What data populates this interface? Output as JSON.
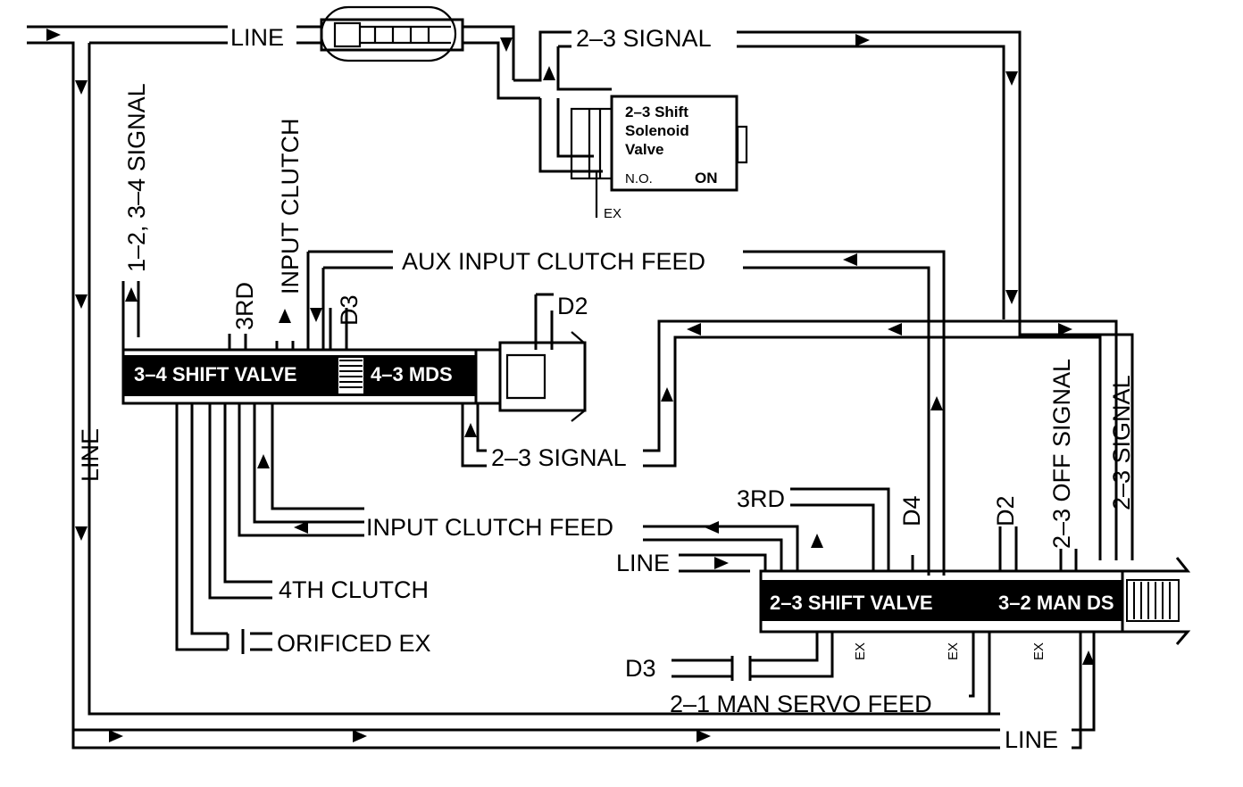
{
  "labels": {
    "line_top": "LINE",
    "signal_23_top": "2–3 SIGNAL",
    "solenoid_title1": "2–3 Shift",
    "solenoid_title2": "Solenoid",
    "solenoid_title3": "Valve",
    "solenoid_no": "N.O.",
    "solenoid_on": "ON",
    "ex_solenoid": "EX",
    "signal_12_34": "1–2, 3–4 SIGNAL",
    "input_clutch_v": "INPUT CLUTCH",
    "third_v": "3RD",
    "d3_v": "D3",
    "aux_input_clutch_feed": "AUX INPUT CLUTCH FEED",
    "d2_top": "D2",
    "valve_34": "3–4 SHIFT VALVE",
    "valve_43": "4–3 MDS",
    "signal_23_mid": "2–3 SIGNAL",
    "line_left": "LINE",
    "third_h": "3RD",
    "d4_v": "D4",
    "d2_v": "D2",
    "off_signal_23": "2–3 OFF SIGNAL",
    "signal_23_right": "2–3 SIGNAL",
    "input_clutch_feed": "INPUT CLUTCH FEED",
    "line_mid": "LINE",
    "valve_23": "2–3 SHIFT VALVE",
    "valve_32": "3–2 MAN DS",
    "fourth_clutch": "4TH CLUTCH",
    "orificed_ex": "ORIFICED EX",
    "ex_a": "EX",
    "ex_b": "EX",
    "ex_c": "EX",
    "d3_bottom": "D3",
    "man_servo_feed": "2–1 MAN SERVO FEED",
    "line_bottom": "LINE"
  }
}
